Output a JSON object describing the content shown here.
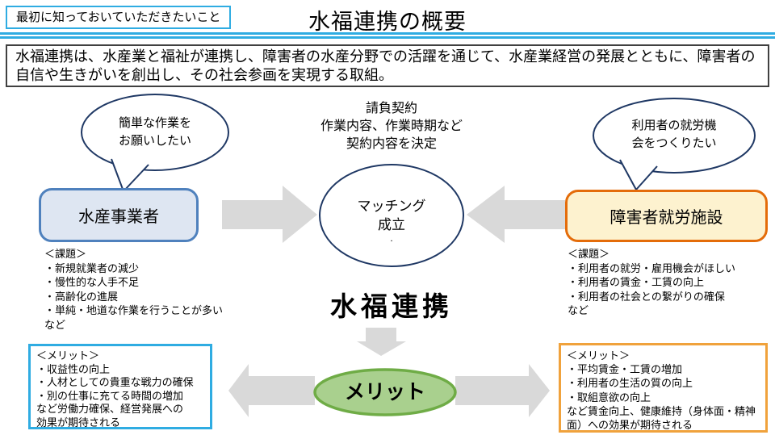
{
  "header": {
    "tag": "最初に知っておいていただきたいこと",
    "title": "水福連携の概要"
  },
  "summary": "水福連携は、水産業と福祉が連携し、障害者の水産分野での活躍を通じて、水産業経営の発展とともに、障害者の自信や生きがいを創出し、その社会参画を実現する取組。",
  "diagram": {
    "left_bubble": {
      "lines": [
        "簡単な作業を",
        "お願いしたい"
      ]
    },
    "contract_note": {
      "lines": [
        "請負契約",
        "作業内容、作業時期など",
        "契約内容を決定"
      ]
    },
    "right_bubble": {
      "lines": [
        "利用者の就労機",
        "会をつくりたい"
      ]
    },
    "fishery_box": "水産事業者",
    "welfare_box": "障害者就労施設",
    "matching_circle": {
      "lines": [
        "マッチング",
        "成立"
      ],
      "dot": "."
    },
    "fishery_issues": {
      "lines": [
        "＜課題＞",
        "・新規就業者の減少",
        "・慢性的な人手不足",
        "・高齢化の進展",
        "・単純・地道な作業を行うことが多い",
        "など"
      ]
    },
    "welfare_issues": {
      "lines": [
        "＜課題＞",
        "・利用者の就労・雇用機会がほしい",
        "・利用者の賃金・工賃の向上",
        "・利用者の社会との繋がりの確保",
        "など"
      ]
    },
    "headline": "水福連携",
    "merit_ellipse": "メリット",
    "fishery_merits": {
      "lines": [
        "＜メリット＞",
        "・収益性の向上",
        "・人材としての貴重な戦力の確保",
        "・別の仕事に充てる時間の増加",
        "など労働力確保、経営発展への",
        "効果が期待される"
      ]
    },
    "welfare_merits": {
      "lines": [
        "＜メリット＞",
        "・平均賃金・工賃の増加",
        "・利用者の生活の質の向上",
        "・取組意欲の向上",
        "など賃金向上、健康維持（身体面・精神",
        "面）への効果が期待される"
      ]
    }
  },
  "colors": {
    "accent_cyan": "#2FACE2",
    "navy": "#1F3864",
    "blue_border": "#4F81BD",
    "blue_fill": "#DEE6F2",
    "orange_border": "#E46C0A",
    "orange_fill": "#FDF2CF",
    "gold_border": "#F0A23C",
    "arrow_gray": "#D9D9D9",
    "green_fill": "#A9D08E",
    "green_border": "#6FAC46",
    "summary_border": "#404040"
  }
}
